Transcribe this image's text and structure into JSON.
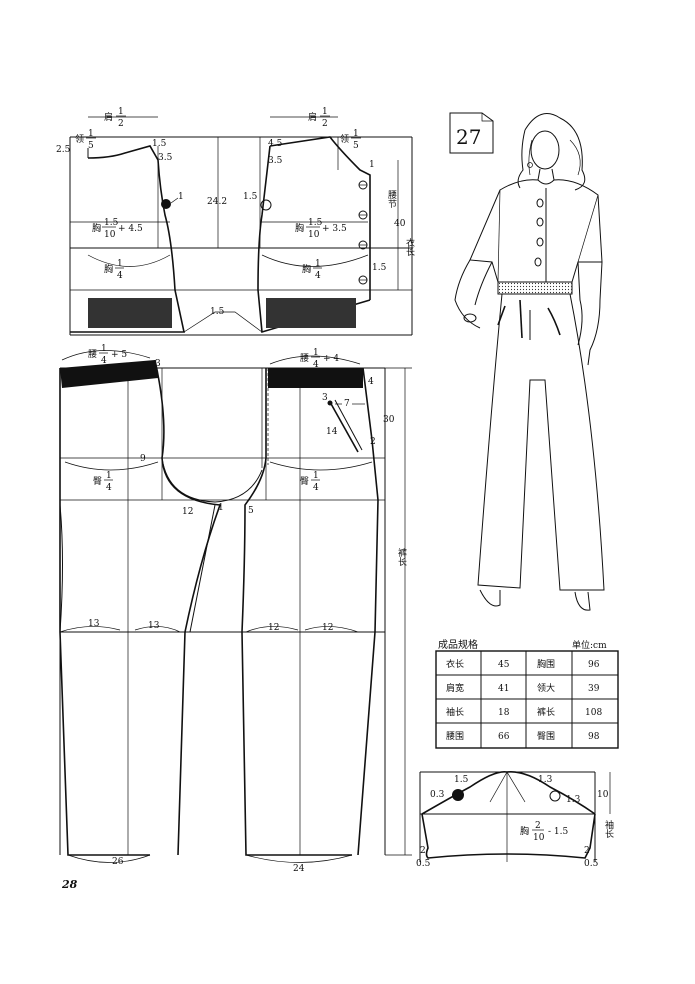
{
  "page": {
    "number": "28",
    "pattern_no": "27"
  },
  "bodice": {
    "shoulder_back": {
      "main": "肩",
      "num": "1",
      "den": "2"
    },
    "shoulder_front": {
      "main": "肩",
      "num": "1",
      "den": "2"
    },
    "neck_back": {
      "main": "领",
      "num": "1",
      "den": "5"
    },
    "neck_front": {
      "main": "领",
      "num": "1",
      "den": "5"
    },
    "v_2_5": "2.5",
    "v_1_5_a": "1.5",
    "v_3_5_a": "3.5",
    "v_4_5": "4.5",
    "v_3_5_b": "3.5",
    "v_1_a": "1",
    "v_24_2": "24.2",
    "v_1_5_b": "1.5",
    "v_1_b": "1",
    "chest_back": {
      "main": "胸",
      "num": "1.5",
      "den": "10",
      "suffix": "+ 4.5"
    },
    "chest_front": {
      "main": "胸",
      "num": "1.5",
      "den": "10",
      "suffix": "+ 3.5"
    },
    "bust_back": {
      "main": "胸",
      "num": "1",
      "den": "4"
    },
    "bust_front": {
      "main": "胸",
      "num": "1",
      "den": "4"
    },
    "waist_section": "腰节",
    "waist_section_val": "40",
    "garment_length": "衣长",
    "v_1_5_c": "1.5",
    "v_1_5_d": "1.5"
  },
  "trousers": {
    "waist_back": {
      "main": "腰",
      "num": "1",
      "den": "4",
      "suffix": "+ 5"
    },
    "waist_front": {
      "main": "腰",
      "num": "1",
      "den": "4",
      "suffix": "+ 4"
    },
    "v_3": "3",
    "v_4": "4",
    "v_3b": "3",
    "v_7": "7",
    "v_30": "30",
    "v_14": "14",
    "v_2": "2",
    "v_9": "9",
    "hip_back": {
      "main": "臀",
      "num": "1",
      "den": "4"
    },
    "hip_front": {
      "main": "臀",
      "num": "1",
      "den": "4"
    },
    "v_12_crotch": "12",
    "v_1_crotch": "1",
    "v_5": "5",
    "trouser_length": "裤长",
    "v_13_a": "13",
    "v_13_b": "13",
    "v_12_a": "12",
    "v_12_b": "12",
    "hem_back": "26",
    "hem_front": "24"
  },
  "spec_table": {
    "title": "成品规格",
    "unit": "单位:cm",
    "rows": [
      [
        {
          "label": "衣长",
          "value": "45"
        },
        {
          "label": "胸围",
          "value": "96"
        }
      ],
      [
        {
          "label": "肩宽",
          "value": "41"
        },
        {
          "label": "领大",
          "value": "39"
        }
      ],
      [
        {
          "label": "袖长",
          "value": "18"
        },
        {
          "label": "裤长",
          "value": "108"
        }
      ],
      [
        {
          "label": "腰围",
          "value": "66"
        },
        {
          "label": "臀围",
          "value": "98"
        }
      ]
    ]
  },
  "sleeve": {
    "v_1_5": "1.5",
    "v_1_3_a": "1.3",
    "v_1_3_b": "1.3",
    "v_0_3": "0.3",
    "v_10": "10",
    "sleeve_length": "袖长",
    "formula": {
      "main": "胸",
      "num": "2",
      "den": "10",
      "suffix": "- 1.5"
    },
    "v_2_a": "2",
    "v_2_b": "2",
    "v_0_5_a": "0.5",
    "v_0_5_b": "0.5"
  }
}
